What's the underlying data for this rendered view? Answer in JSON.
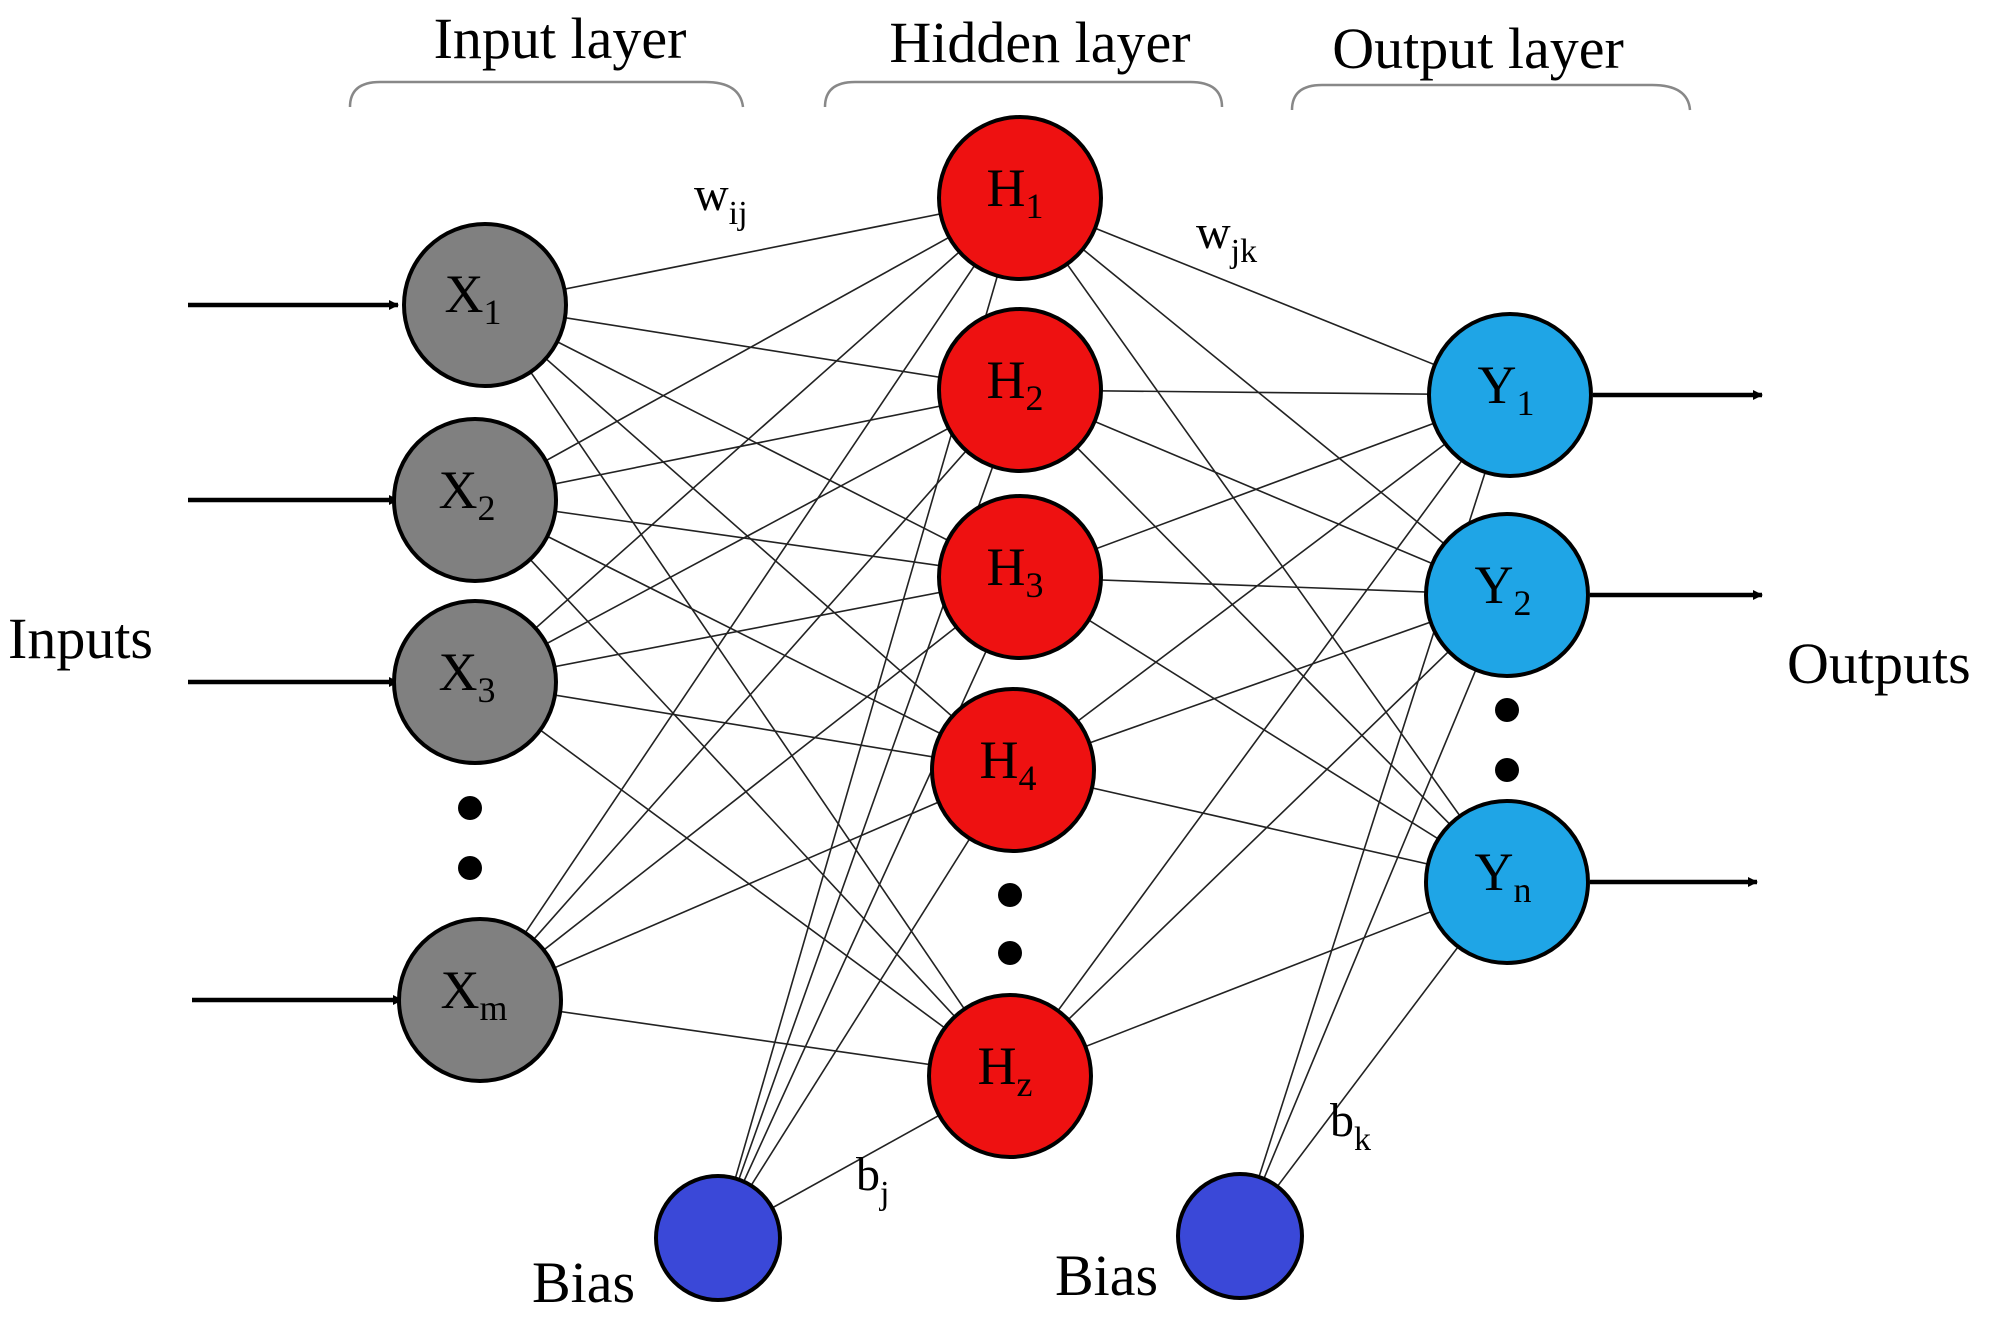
{
  "colors": {
    "input_node": "#808080",
    "hidden_node": "#ee1111",
    "output_node": "#1fa5e6",
    "bias_node": "#3a48d8"
  },
  "layers": {
    "input": {
      "title": "Input layer"
    },
    "hidden": {
      "title": "Hidden layer"
    },
    "output": {
      "title": "Output layer"
    }
  },
  "side_labels": {
    "inputs": "Inputs",
    "outputs": "Outputs"
  },
  "nodes": {
    "input": [
      {
        "main": "X",
        "sub": "1"
      },
      {
        "main": "X",
        "sub": "2"
      },
      {
        "main": "X",
        "sub": "3"
      },
      {
        "main": "X",
        "sub": "m"
      }
    ],
    "hidden": [
      {
        "main": "H",
        "sub": "1"
      },
      {
        "main": "H",
        "sub": "2"
      },
      {
        "main": "H",
        "sub": "3"
      },
      {
        "main": "H",
        "sub": "4"
      },
      {
        "main": "H",
        "sub": "z"
      }
    ],
    "output": [
      {
        "main": "Y",
        "sub": "1"
      },
      {
        "main": "Y",
        "sub": "2"
      },
      {
        "main": "Y",
        "sub": "n"
      }
    ]
  },
  "weights": {
    "wij": {
      "main": "w",
      "sub": "ij"
    },
    "wjk": {
      "main": "w",
      "sub": "jk"
    },
    "bj": {
      "main": "b",
      "sub": "j"
    },
    "bk": {
      "main": "b",
      "sub": "k"
    }
  },
  "bias": {
    "label_1": "Bias",
    "label_2": "Bias"
  }
}
